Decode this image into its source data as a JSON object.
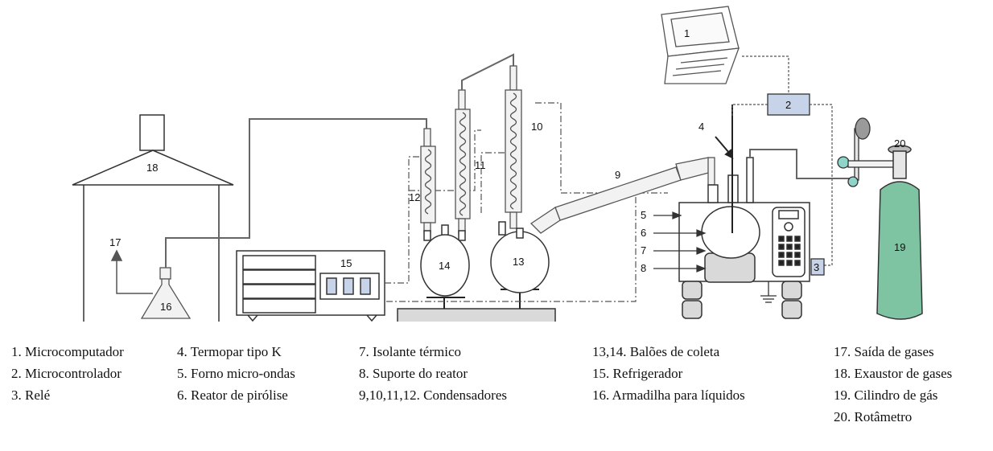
{
  "diagram": {
    "markers": [
      "1",
      "2",
      "3",
      "4",
      "5",
      "6",
      "7",
      "8",
      "9",
      "10",
      "11",
      "12",
      "13",
      "14",
      "15",
      "16",
      "17",
      "18",
      "19",
      "20"
    ]
  },
  "legend": {
    "col1": [
      "1. Microcomputador",
      "2. Microcontrolador",
      "3. Relé"
    ],
    "col2": [
      "4. Termopar tipo K",
      "5. Forno micro-ondas",
      "6. Reator de pirólise"
    ],
    "col3": [
      "7. Isolante térmico",
      "8. Suporte do reator",
      "9,10,11,12. Condensadores"
    ],
    "col4": [
      "13,14. Balões de coleta",
      "15. Refrigerador",
      "16. Armadilha para líquidos"
    ],
    "col5": [
      "17. Saída de gases",
      "18. Exaustor de gases",
      "19. Cilindro de gás",
      "20. Rotâmetro"
    ]
  },
  "colors": {
    "module_fill": "#c7d3e8",
    "cylinder_fill": "#7fc4a2",
    "reactor_support_fill": "#d9d9d9",
    "line": "#555555"
  }
}
